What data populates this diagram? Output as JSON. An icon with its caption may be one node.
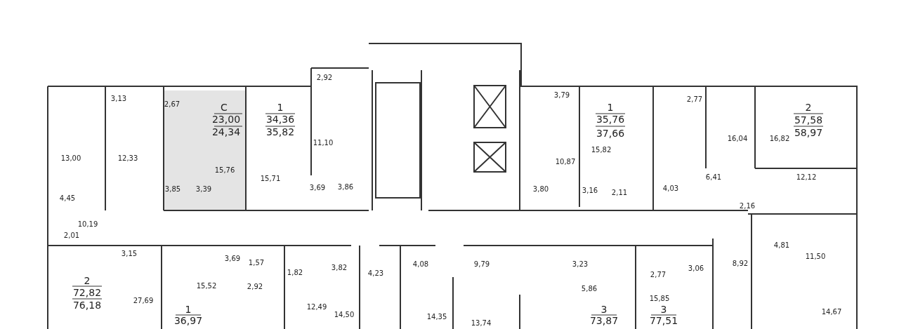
{
  "diagram": {
    "labels": [
      "2,92",
      "3,13",
      "2,67",
      "С",
      "1",
      "3,79",
      "1",
      "2,77",
      "2",
      "23,00",
      "34,36",
      "35,76",
      "57,58",
      "24,34",
      "35,82",
      "37,66",
      "58,97",
      "11,10",
      "16,04",
      "16,82",
      "15,82",
      "13,00",
      "12,33",
      "10,87",
      "15,76",
      "15,71",
      "6,41",
      "12,12",
      "4,45",
      "3,85",
      "3,39",
      "3,69",
      "3,86",
      "3,80",
      "3,16",
      "2,11",
      "4,03",
      "2,16",
      "10,19",
      "2,01",
      "4,81",
      "3,15",
      "3,69",
      "1,57",
      "11,50",
      "1,82",
      "3,82",
      "4,23",
      "4,08",
      "9,79",
      "3,23",
      "2,77",
      "3,06",
      "8,92",
      "2",
      "72,82",
      "15,52",
      "2,92",
      "5,86",
      "76,18",
      "27,69",
      "12,49",
      "15,85",
      "1",
      "14,50",
      "14,35",
      "3",
      "3",
      "14,67",
      "36,97",
      "13,74",
      "73,87",
      "77,51"
    ]
  }
}
